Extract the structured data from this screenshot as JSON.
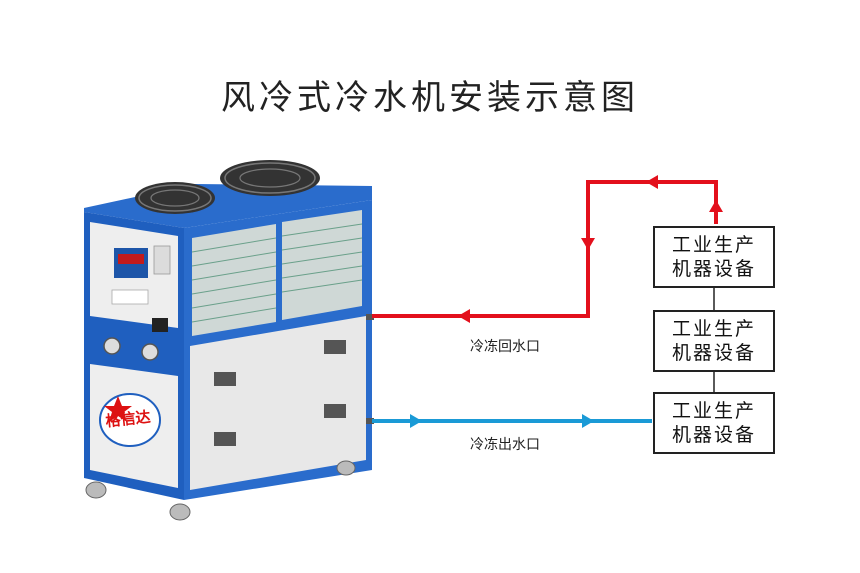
{
  "title": "风冷式冷水机安装示意图",
  "labels": {
    "return_inlet": "冷冻回水口",
    "outlet": "冷冻出水口"
  },
  "equipment": [
    {
      "line1": "工业生产",
      "line2": "机器设备"
    },
    {
      "line1": "工业生产",
      "line2": "机器设备"
    },
    {
      "line1": "工业生产",
      "line2": "机器设备"
    }
  ],
  "brand": "格信达",
  "colors": {
    "return_pipe": "#e3101c",
    "supply_pipe": "#1a9ad6",
    "unit_frame": "#1f5fbf",
    "panel": "#e6e6e6"
  }
}
